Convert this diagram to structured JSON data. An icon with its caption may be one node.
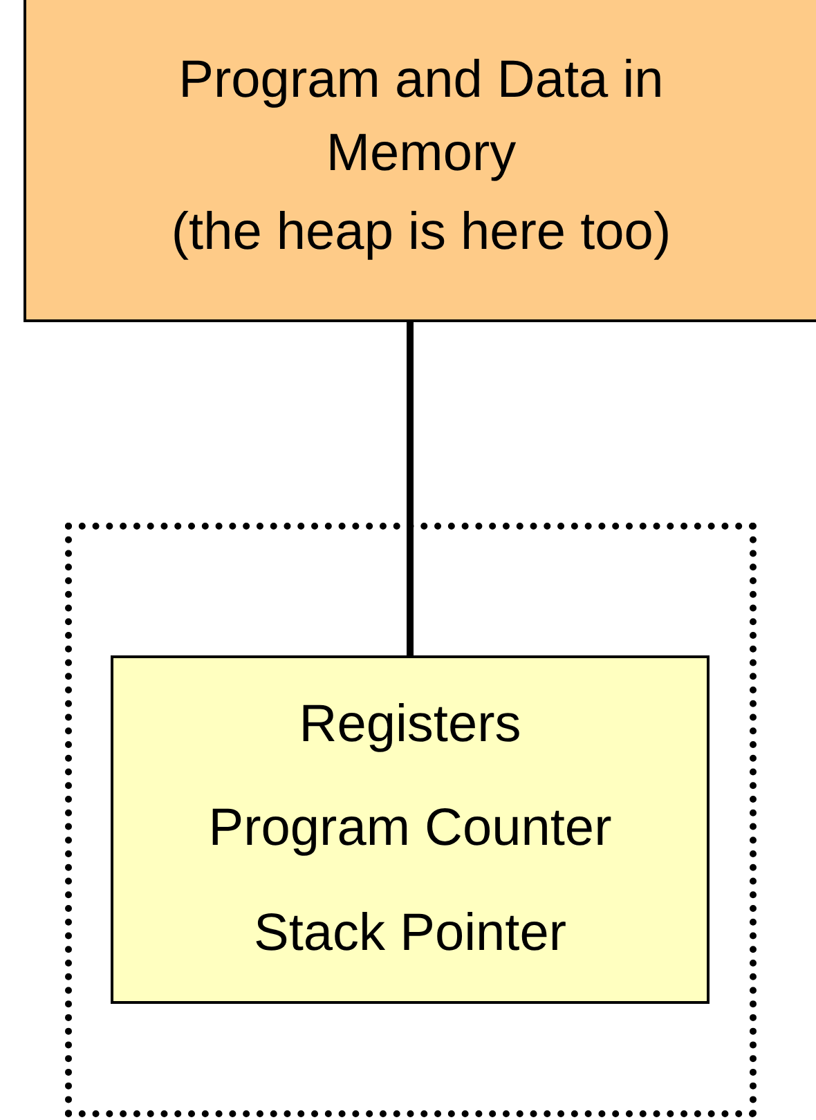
{
  "diagram": {
    "nodes": [
      {
        "text": [
          "Program and Data in Memory",
          "(the heap is here too)"
        ]
      },
      {
        "text": [],
        "shape": "box"
      },
      {
        "text": [
          "Registers",
          "Program Counter",
          "Stack Pointer"
        ],
        "in": 1
      }
    ],
    "edges": [
      {
        "from": 0,
        "to": 2,
        "arrow": "none"
      }
    ]
  }
}
